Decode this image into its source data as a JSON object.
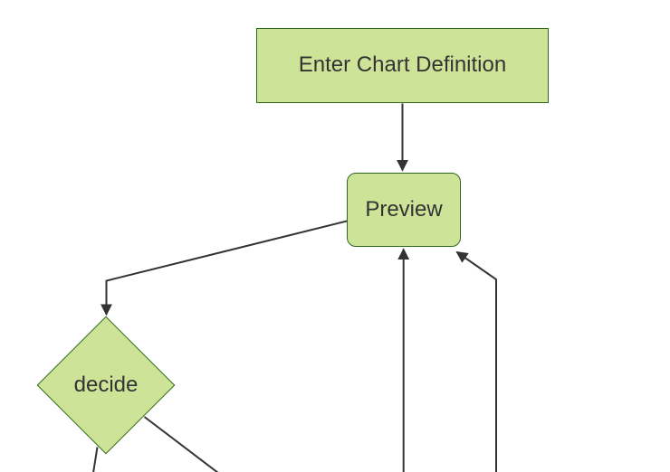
{
  "diagram": {
    "type": "flowchart",
    "background": "#ffffff",
    "colors": {
      "node_fill": "#cde498",
      "node_border": "#2f691b",
      "edge": "#333333",
      "arrowhead": "#333333",
      "label_text": "#333333"
    },
    "nodes": [
      {
        "id": "enter-chart-definition",
        "shape": "rectangle",
        "label": "Enter Chart Definition"
      },
      {
        "id": "preview",
        "shape": "rounded-rectangle",
        "label": "Preview"
      },
      {
        "id": "decide",
        "shape": "diamond",
        "label": "decide"
      }
    ],
    "edges": [
      {
        "name": "enter-chart-definition-to-preview",
        "arrow": true
      },
      {
        "name": "preview-to-decide",
        "arrow": true
      },
      {
        "name": "offscreen-bottom-to-preview-bottom",
        "arrow": true
      },
      {
        "name": "offscreen-bottom-to-preview-corner",
        "arrow": true
      },
      {
        "name": "decide-to-offscreen-bottom-left",
        "arrow": false
      },
      {
        "name": "decide-to-offscreen-bottom-right",
        "arrow": false
      }
    ]
  }
}
